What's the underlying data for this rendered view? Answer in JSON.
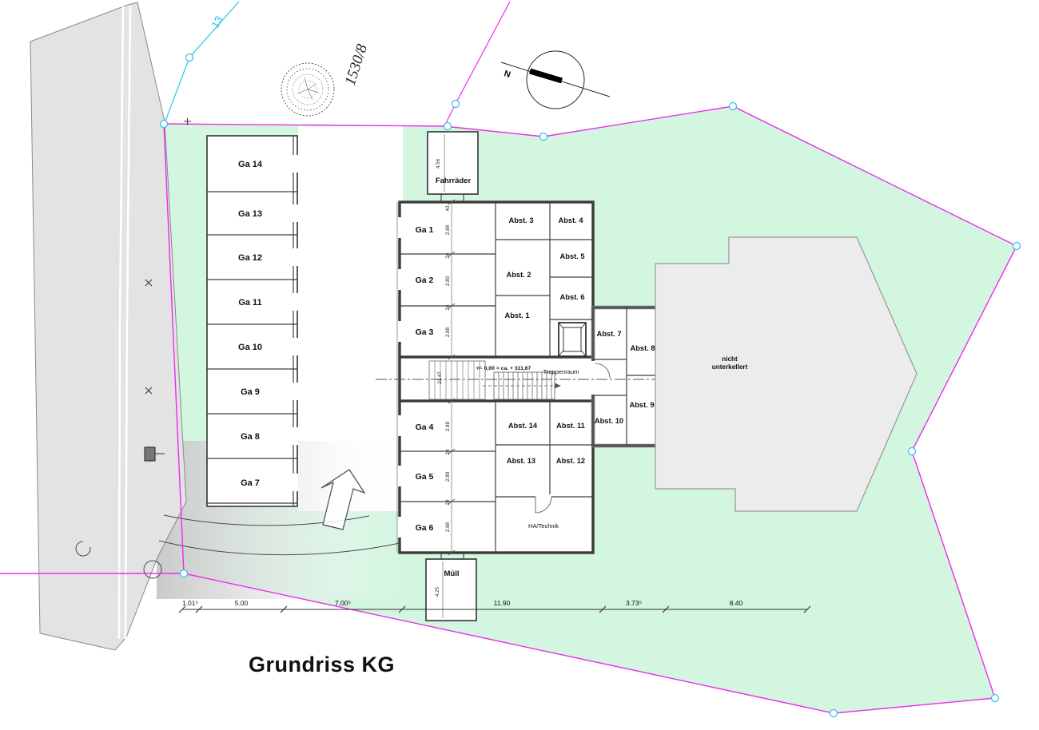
{
  "page": {
    "title": "Grundriss KG"
  },
  "site": {
    "parcel_number": "1530/8",
    "house_number": "13",
    "no_basement_line1": "nicht",
    "no_basement_line2": "unterkellert",
    "north_letter": "N"
  },
  "rooms": {
    "bikes": "Fahrräder",
    "trash": "Müll",
    "stairwell": "Treppenraum",
    "tech": "HA/Technik",
    "level_note": "+/- 0,00 = ca. + 311,67"
  },
  "garages_left": [
    "Ga 14",
    "Ga 13",
    "Ga 12",
    "Ga 11",
    "Ga 10",
    "Ga 9",
    "Ga 8",
    "Ga 7"
  ],
  "garages_upper": [
    "Ga 1",
    "Ga 2",
    "Ga 3"
  ],
  "garages_lower": [
    "Ga 4",
    "Ga 5",
    "Ga 6"
  ],
  "storage_upper": [
    "Abst. 3",
    "Abst. 4",
    "Abst. 5",
    "Abst. 2",
    "Abst. 6",
    "Abst. 1"
  ],
  "storage_lower": [
    "Abst. 14",
    "Abst. 11",
    "Abst. 13",
    "Abst. 12"
  ],
  "storage_annex": [
    "Abst. 7",
    "Abst. 8",
    "Abst. 9",
    "Abst. 10"
  ],
  "dimensions": {
    "bikes_depth": "4.56",
    "trash_depth": "4.25",
    "building_depth_total": "21.47",
    "chain": [
      "1.01⁵",
      "5.00",
      "7.00⁵",
      "11.90",
      "3.73⁵",
      "8.40"
    ],
    "upper_rows": [
      "40",
      "2.88",
      "24",
      "2.80",
      "24",
      "2.88"
    ],
    "lower_rows": [
      "2.88",
      "24",
      "2.80",
      "24",
      "2.88"
    ]
  },
  "colors": {
    "site_green": "#d2f6e0",
    "boundary_magenta": "#ee2bee",
    "marker_cyan": "#35c1f1",
    "line_cyan": "#21cbe8",
    "road_gray": "#e3e3e3",
    "building_gray": "#ececec"
  }
}
